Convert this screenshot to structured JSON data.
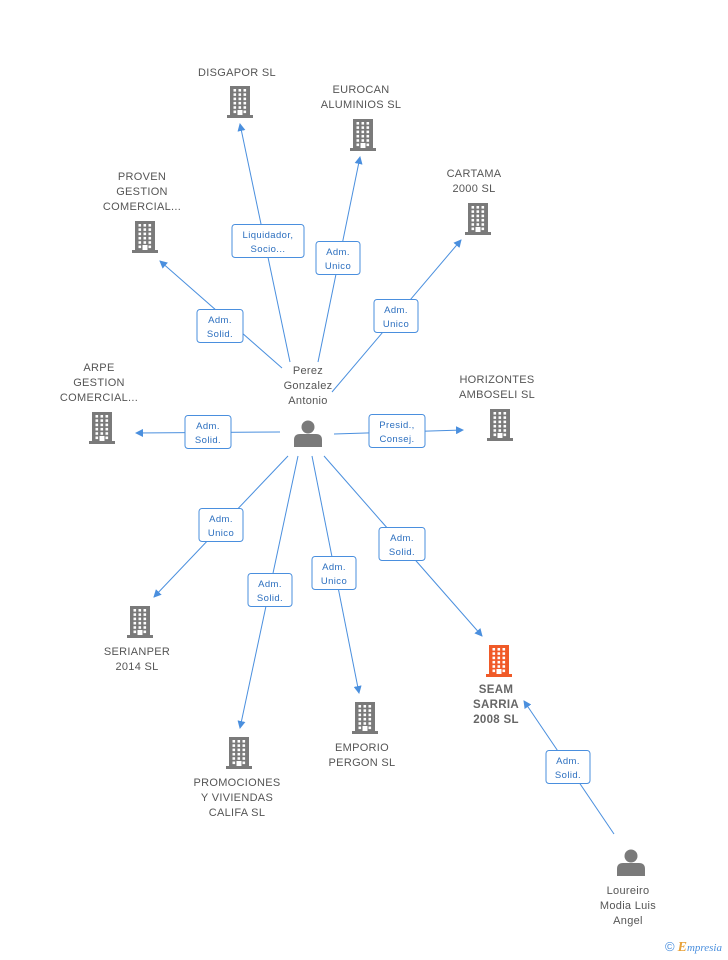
{
  "colors": {
    "company": "#7a7a7a",
    "focus_company": "#f05a28",
    "person": "#7a7a7a",
    "edge": "#4a8fde",
    "label": "#555555"
  },
  "watermark": {
    "symbol": "©",
    "initial": "E",
    "rest": "mpresia"
  },
  "nodes": [
    {
      "id": "perez",
      "type": "person",
      "lines": [
        "Perez",
        "Gonzalez",
        "Antonio"
      ]
    },
    {
      "id": "loureiro",
      "type": "person",
      "lines": [
        "Loureiro",
        "Modia Luis",
        "Angel"
      ]
    },
    {
      "id": "disgapor",
      "type": "company",
      "lines": [
        "DISGAPOR SL"
      ]
    },
    {
      "id": "eurocan",
      "type": "company",
      "lines": [
        "EUROCAN",
        "ALUMINIOS SL"
      ]
    },
    {
      "id": "proven",
      "type": "company",
      "lines": [
        "PROVEN",
        "GESTION",
        "COMERCIAL..."
      ]
    },
    {
      "id": "cartama",
      "type": "company",
      "lines": [
        "CARTAMA",
        "2000  SL"
      ]
    },
    {
      "id": "arpe",
      "type": "company",
      "lines": [
        "ARPE",
        "GESTION",
        "COMERCIAL..."
      ]
    },
    {
      "id": "horizontes",
      "type": "company",
      "lines": [
        "HORIZONTES",
        "AMBOSELI SL"
      ]
    },
    {
      "id": "serianper",
      "type": "company",
      "lines": [
        "SERIANPER",
        "2014  SL"
      ]
    },
    {
      "id": "seam",
      "type": "focus",
      "lines": [
        "SEAM",
        "SARRIA",
        "2008 SL"
      ]
    },
    {
      "id": "emporio",
      "type": "company",
      "lines": [
        "EMPORIO",
        "PERGON  SL"
      ]
    },
    {
      "id": "promociones",
      "type": "company",
      "lines": [
        "PROMOCIONES",
        "Y VIVIENDAS",
        "CALIFA SL"
      ]
    }
  ],
  "edges": [
    {
      "from": "perez",
      "to": "disgapor",
      "lines": [
        "Liquidador,",
        "Socio..."
      ]
    },
    {
      "from": "perez",
      "to": "eurocan",
      "lines": [
        "Adm.",
        "Unico"
      ]
    },
    {
      "from": "perez",
      "to": "proven",
      "lines": [
        "Adm.",
        "Solid."
      ]
    },
    {
      "from": "perez",
      "to": "cartama",
      "lines": [
        "Adm.",
        "Unico"
      ]
    },
    {
      "from": "perez",
      "to": "arpe",
      "lines": [
        "Adm.",
        "Solid."
      ]
    },
    {
      "from": "perez",
      "to": "horizontes",
      "lines": [
        "Presid.,",
        "Consej."
      ]
    },
    {
      "from": "perez",
      "to": "serianper",
      "lines": [
        "Adm.",
        "Unico"
      ]
    },
    {
      "from": "perez",
      "to": "promociones",
      "lines": [
        "Adm.",
        "Solid."
      ]
    },
    {
      "from": "perez",
      "to": "emporio",
      "lines": [
        "Adm.",
        "Unico"
      ]
    },
    {
      "from": "perez",
      "to": "seam",
      "lines": [
        "Adm.",
        "Solid."
      ]
    },
    {
      "from": "loureiro",
      "to": "seam",
      "lines": [
        "Adm.",
        "Solid."
      ]
    }
  ]
}
